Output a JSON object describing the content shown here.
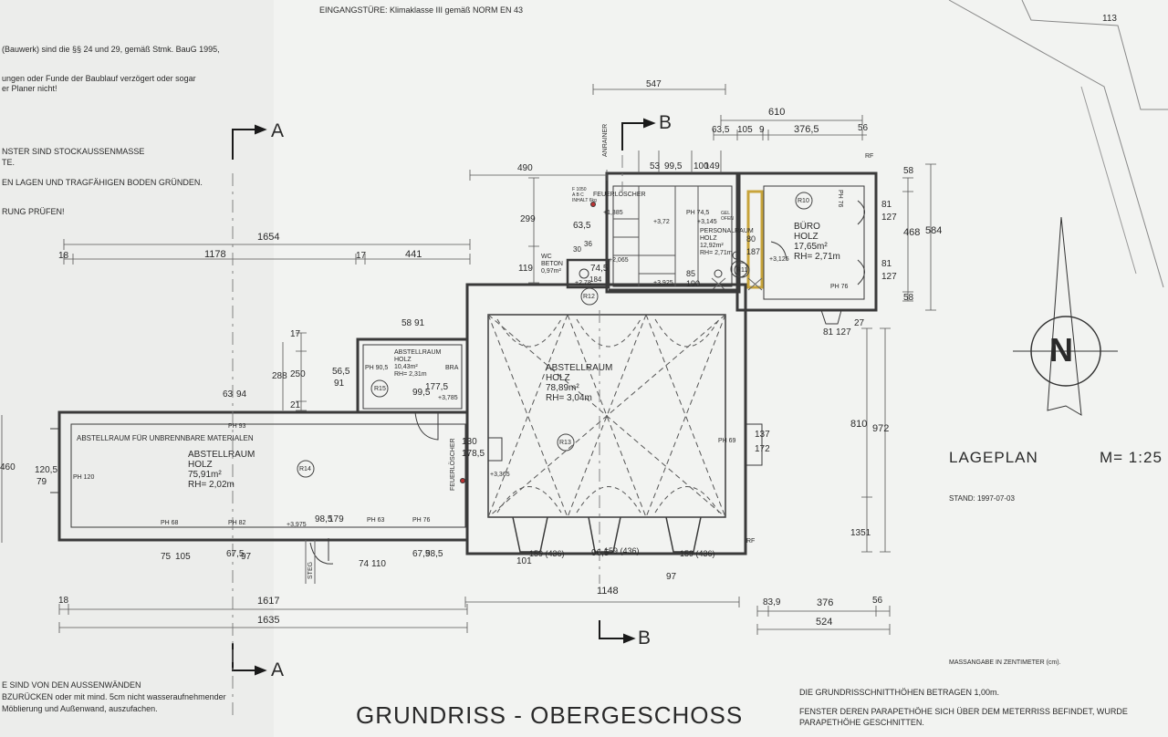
{
  "header": {
    "eingangstuere": "EINGANGSTÜRE: Klimaklasse III gemäß NORM  EN 43",
    "sheet_number": "113"
  },
  "notes_left": [
    "(Bauwerk) sind die §§ 24 und 29, gemäß Stmk. BauG 1995,",
    "ungen oder Funde der Baublauf verzögert oder sogar",
    "er Planer nicht!",
    "NSTER SIND STOCKAUSSENMASSE",
    "TE.",
    "EN LAGEN UND TRAGFÄHIGEN BODEN GRÜNDEN.",
    "RUNG PRÜFEN!"
  ],
  "notes_bottom_left": [
    "E SIND VON DEN AUSSENWÄNDEN",
    "BZURÜCKEN  oder mit mind. 5cm nicht wasseraufnehmender",
    "Möblierung und Außenwand, auszufachen."
  ],
  "title": "GRUNDRISS - OBERGESCHOSS",
  "lageplan": {
    "label": "LAGEPLAN",
    "scale": "M= 1:25",
    "stand": "STAND:  1997-07-03"
  },
  "north": "N",
  "notes_right": {
    "units": "MASSANGABE IN ZENTIMETER (cm).",
    "line1": "DIE GRUNDRISSCHNITTHÖHEN BETRAGEN 1,00m.",
    "line2": "FENSTER DEREN PARAPETHÖHE SICH ÜBER DEM METERRISS BEFINDET, WURDE",
    "line3": "PARAPETHÖHE GESCHNITTEN."
  },
  "sections": {
    "a_top": "A",
    "a_bottom": "A",
    "b_top": "B",
    "b_bottom": "B",
    "anrainer": "ANRAINER"
  },
  "rooms": {
    "r10": {
      "tag": "R10",
      "text": "BÜRO\nHOLZ\n17,65m²\nRH= 2,71m"
    },
    "r11": {
      "tag": "R11",
      "text": "PERSONALRAUM\nHOLZ\n12,92m²\nRH= 2,71m"
    },
    "r12": {
      "tag": "R12",
      "text": "WC\nBETON\n0,97m²"
    },
    "r13": {
      "tag": "R13",
      "text": "ABSTELLRAUM\nHOLZ\n78,89m²\nRH= 3,04m"
    },
    "r14": {
      "tag": "R14",
      "text": "ABSTELLRAUM\nHOLZ\n75,91m²\nRH= 2,02m",
      "note": "ABSTELLRAUM FÜR UNBRENNBARE MATERIALEN"
    },
    "r15": {
      "tag": "R15",
      "text": "ABSTELLRAUM\nHOLZ\n10,43m²\nRH= 2,31m"
    }
  },
  "labels": {
    "feuer1": "FEUERLÖSCHER",
    "feuer_sub": "F 1050\nA B C\nINHALT 6kg",
    "feuer2": "FEUERLÖSCHER",
    "steg": "STEG",
    "ph93": "PH 93",
    "ph120": "PH 120",
    "ph68": "PH 68",
    "ph82": "PH 82",
    "ph63": "PH 63",
    "ph76a": "PH 76",
    "ph905": "PH 90,5",
    "ph69": "PH 69",
    "ph76b": "PH 76",
    "ph76c": "PH 76",
    "ph745": "PH 74,5",
    "rf1": "RF",
    "rf2": "RF",
    "bra": "BRA",
    "gel": "GEL\nOFEN"
  },
  "dims": {
    "d547": "547",
    "d610": "610",
    "d635": "63,5",
    "d105": "105",
    "d9": "9",
    "d3765": "376,5",
    "d56": "56",
    "d490": "490",
    "d53": "53",
    "d995": "99,5",
    "d100": "100",
    "d149": "149",
    "d299": "299",
    "d635b": "63,5",
    "d119": "119",
    "d745": "74,5",
    "d184": "184",
    "d30": "30",
    "d36": "36",
    "d1654": "1654",
    "d18a": "18",
    "d1178": "1178",
    "d17a": "17",
    "d441": "441",
    "d58a": "58",
    "d468": "468",
    "d584": "584",
    "d58b": "58",
    "d81a": "81",
    "d127a": "127",
    "d81b": "81",
    "d127b": "127",
    "d80": "80",
    "d187": "187",
    "d85": "85",
    "d190": "190",
    "d58c": "58",
    "d91a": "91",
    "d17b": "17",
    "d288": "288",
    "d250": "250",
    "d21": "21",
    "d565": "56,5",
    "d91b": "91",
    "d63": "63",
    "d94": "94",
    "d995b": "99,5",
    "d1775": "177,5",
    "d130": "130",
    "d1785": "178,5",
    "d1205": "120,5",
    "d79": "79",
    "d460": "460",
    "d81c": "81",
    "d127c": "127",
    "d27": "27",
    "d810": "810",
    "d972": "972",
    "d137": "137",
    "d172": "172",
    "d1351": "1351",
    "d75": "75",
    "d105b": "105",
    "d675": "67,5",
    "d97": "97",
    "d985": "98,5",
    "d179": "179",
    "d74": "74",
    "d110": "110",
    "d675b": "67,5",
    "d985b": "98,5",
    "d101": "101",
    "d159a": "159 (436)",
    "d965": "96,5",
    "d159b": "159 (436)",
    "d97b": "97",
    "d159c": "159 (436)",
    "d18b": "18",
    "d1617": "1617",
    "d1635": "1635",
    "d1148": "1148",
    "d839": "83,9",
    "d376": "376",
    "d56b": "56",
    "d524": "524",
    "h1385": "+1,385",
    "h372": "+3,72",
    "h3145": "+3,145",
    "h2065": "+2,065",
    "h3925": "+3,925",
    "h278": "+2,78",
    "h3125": "+3,125",
    "h3785": "+3,785",
    "h3365": "+3,365",
    "h3975": "+3,975"
  }
}
